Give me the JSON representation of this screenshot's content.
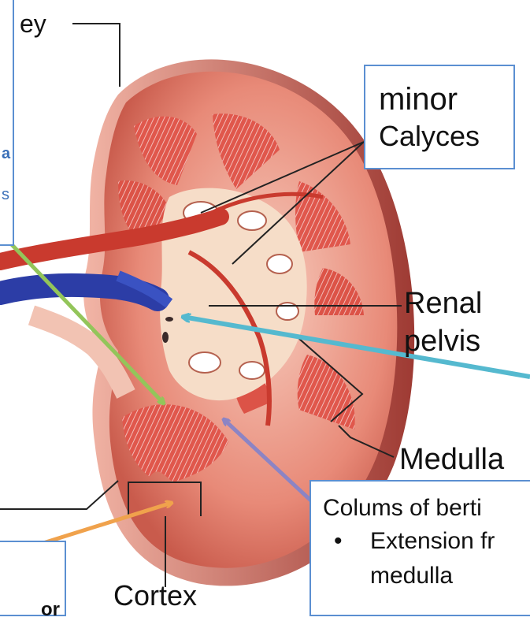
{
  "labels": {
    "kidney_partial": "ey",
    "minor_calyces_line1": "minor",
    "minor_calyces_line2": "Calyces",
    "renal_pelvis_line1": "Renal",
    "renal_pelvis_line2": "pelvis",
    "medulla": "Medulla",
    "cortex": "Cortex",
    "left_box_partial_a": "a",
    "left_box_partial_s": "s",
    "bottom_left_partial": "or"
  },
  "columns_box": {
    "title": "Colums of berti",
    "bullet_symbol": "•",
    "bullet_line1": "Extension fr",
    "bullet_line2": "medulla"
  },
  "colors": {
    "box_border": "#5b8fd1",
    "green_arrow": "#93c55a",
    "cyan_arrow": "#55b9cf",
    "purple_arrow": "#8c84c4",
    "orange_arrow": "#f0a24c",
    "leader_line": "#222222"
  }
}
